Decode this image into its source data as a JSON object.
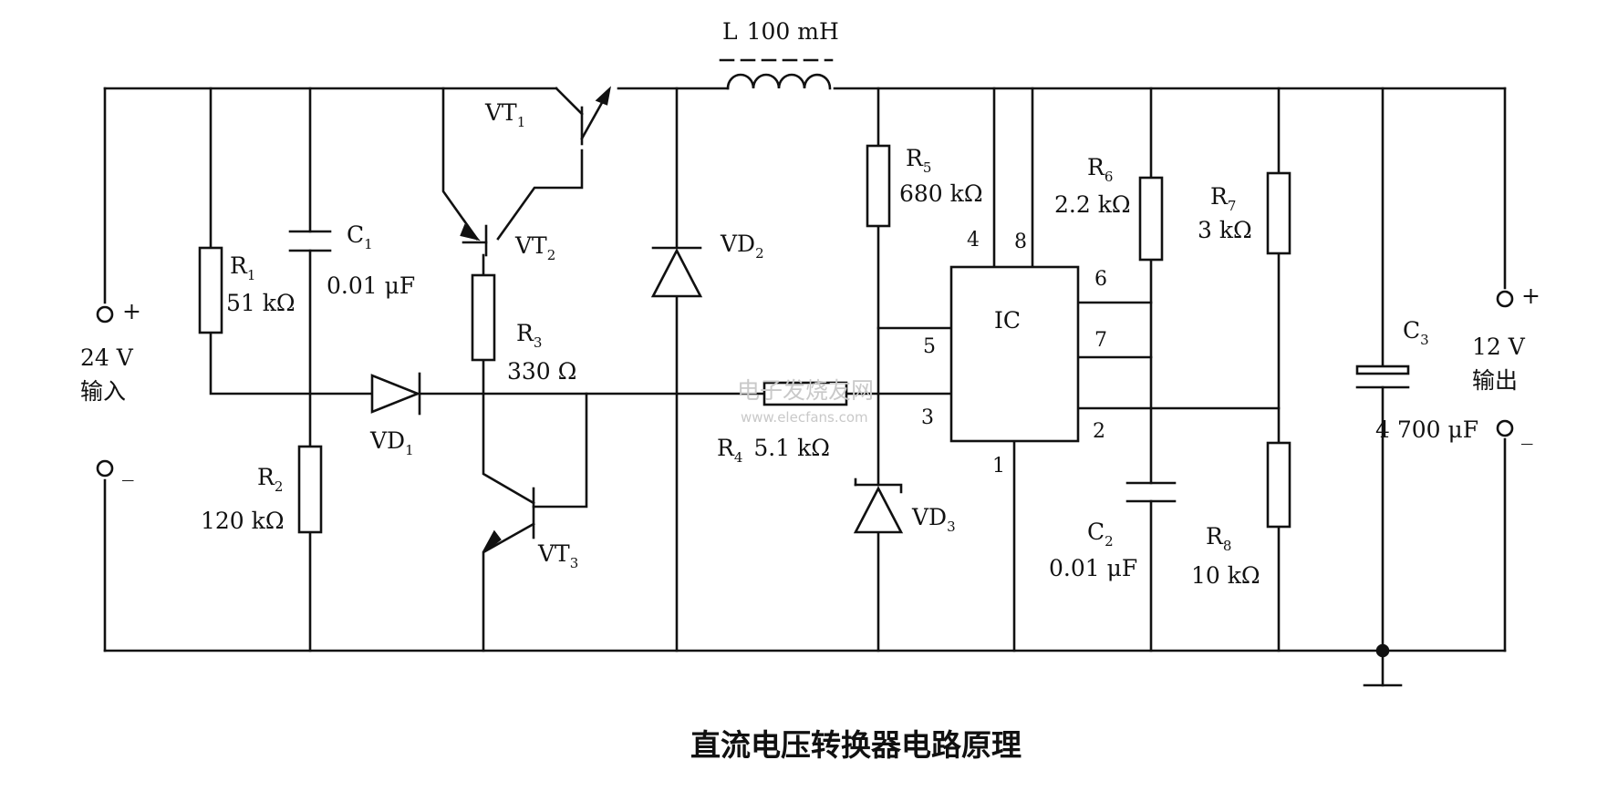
{
  "diagram": {
    "inductor": {
      "name": "L",
      "value": "100 mH"
    },
    "transistors": [
      {
        "name": "VT",
        "sub": "1"
      },
      {
        "name": "VT",
        "sub": "2"
      },
      {
        "name": "VT",
        "sub": "3"
      }
    ],
    "resistors": [
      {
        "name": "R",
        "sub": "1",
        "value": "51 kΩ"
      },
      {
        "name": "R",
        "sub": "2",
        "value": "120 kΩ"
      },
      {
        "name": "R",
        "sub": "3",
        "value": "330 Ω"
      },
      {
        "name": "R",
        "sub": "4",
        "value": "5.1 kΩ"
      },
      {
        "name": "R",
        "sub": "5",
        "value": "680 kΩ"
      },
      {
        "name": "R",
        "sub": "6",
        "value": "2.2 kΩ"
      },
      {
        "name": "R",
        "sub": "7",
        "value": "3 kΩ"
      },
      {
        "name": "R",
        "sub": "8",
        "value": "10 kΩ"
      }
    ],
    "capacitors": [
      {
        "name": "C",
        "sub": "1",
        "value": "0.01 μF"
      },
      {
        "name": "C",
        "sub": "2",
        "value": "0.01 μF"
      },
      {
        "name": "C",
        "sub": "3",
        "value": "4 700 μF"
      }
    ],
    "diodes": [
      {
        "name": "VD",
        "sub": "1"
      },
      {
        "name": "VD",
        "sub": "2"
      },
      {
        "name": "VD",
        "sub": "3"
      }
    ],
    "ic": {
      "label": "IC",
      "pins": [
        "4",
        "8",
        "6",
        "5",
        "7",
        "3",
        "2",
        "1"
      ]
    },
    "input": {
      "voltage": "24 V",
      "label": "输入",
      "plus": "+",
      "minus": "_"
    },
    "output": {
      "voltage": "12 V",
      "label": "输出",
      "plus": "+",
      "minus": "_"
    },
    "watermark": {
      "cn": "电子发烧友网",
      "url": "www.elecfans.com"
    },
    "caption": "直流电压转换器电路原理"
  }
}
